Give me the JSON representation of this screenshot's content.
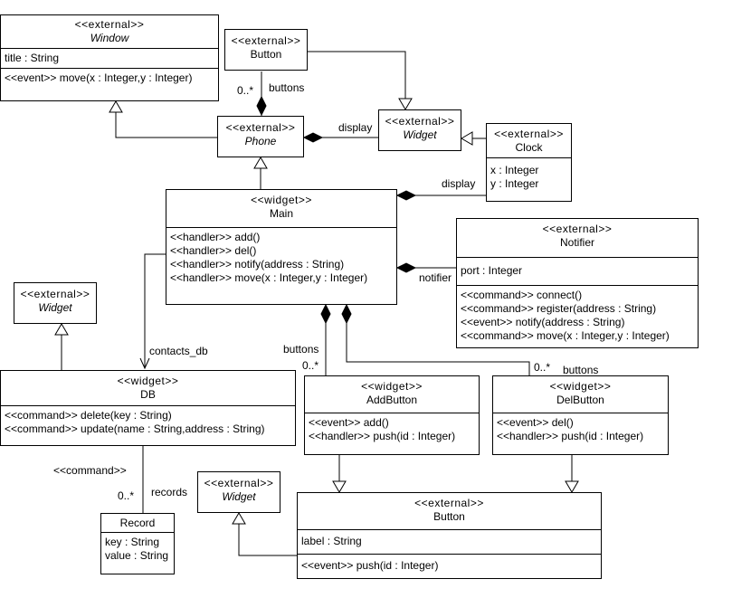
{
  "classes": {
    "window": {
      "stereotype": "<<external>>",
      "name": "Window",
      "attributes": [
        "title : String"
      ],
      "operations": [
        "<<event>> move(x : Integer,y : Integer)"
      ]
    },
    "button_top": {
      "stereotype": "<<external>>",
      "name": "Button"
    },
    "phone": {
      "stereotype": "<<external>>",
      "name": "Phone"
    },
    "widget_top": {
      "stereotype": "<<external>>",
      "name": "Widget"
    },
    "clock": {
      "stereotype": "<<external>>",
      "name": "Clock",
      "attributes": [
        "x : Integer",
        "y : Integer"
      ]
    },
    "main": {
      "stereotype": "<<widget>>",
      "name": "Main",
      "operations": [
        "<<handler>> add()",
        "<<handler>> del()",
        "<<handler>> notify(address : String)",
        "<<handler>> move(x : Integer,y : Integer)"
      ]
    },
    "notifier": {
      "stereotype": "<<external>>",
      "name": "Notifier",
      "attributes": [
        "port : Integer"
      ],
      "operations": [
        "<<command>> connect()",
        "<<command>> register(address : String)",
        "<<event>> notify(address : String)",
        "<<command>> move(x : Integer,y : Integer)"
      ]
    },
    "widget_left": {
      "stereotype": "<<external>>",
      "name": "Widget"
    },
    "db": {
      "stereotype": "<<widget>>",
      "name": "DB",
      "operations": [
        "<<command>> delete(key : String)",
        "<<command>> update(name : String,address : String)"
      ]
    },
    "addbutton": {
      "stereotype": "<<widget>>",
      "name": "AddButton",
      "operations": [
        "<<event>> add()",
        "<<handler>> push(id : Integer)"
      ]
    },
    "delbutton": {
      "stereotype": "<<widget>>",
      "name": "DelButton",
      "operations": [
        "<<event>> del()",
        "<<handler>> push(id : Integer)"
      ]
    },
    "record": {
      "name": "Record",
      "attributes": [
        "key : String",
        "value : String"
      ]
    },
    "widget_bottom": {
      "stereotype": "<<external>>",
      "name": "Widget"
    },
    "button_bottom": {
      "stereotype": "<<external>>",
      "name": "Button",
      "attributes": [
        "label : String"
      ],
      "operations": [
        "<<event>> push(id : Integer)"
      ]
    }
  },
  "labels": {
    "buttons_top_mult": "0..*",
    "buttons_top": "buttons",
    "display_phone": "display",
    "display_clock": "display",
    "notifier_role": "notifier",
    "contacts_db": "contacts_db",
    "buttons_add": "buttons",
    "buttons_add_mult": "0..*",
    "buttons_del_mult": "0..*",
    "buttons_del": "buttons",
    "command_stereo": "<<command>>",
    "records_mult": "0..*",
    "records": "records"
  }
}
